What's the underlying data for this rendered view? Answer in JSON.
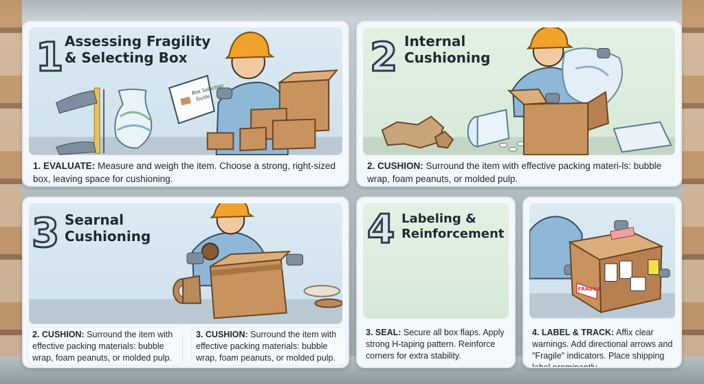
{
  "panels": {
    "p1": {
      "number": "1",
      "title_line1": "Assessing Fragility",
      "title_line2": "& Selecting Box",
      "book_title": "Box Selection Guide",
      "caption_bold": "1. EVALUATE:",
      "caption_text": " Measure and weigh the item. Choose a strong, right-sized box, leaving space for cushioning."
    },
    "p2": {
      "number": "2",
      "title_line1": "Internal",
      "title_line2": "Cushioning",
      "caption_bold": "2. CUSHION:",
      "caption_text": " Surround the item with effective packing materi-ls: bubble wrap, foam peanuts, or molded pulp."
    },
    "p3": {
      "number": "3",
      "title_line1": "Searnal",
      "title_line2": "Cushioning",
      "caption_a_bold": "2. CUSHION:",
      "caption_a_text": " Surround the item with effective packing materials: bubble wrap, foam peanuts, or molded pulp.",
      "caption_b_bold": "3. CUSHION:",
      "caption_b_text": " Surround the item with effective packing materials: bubble wrap, foam peanuts, or molded pulp."
    },
    "p4": {
      "number": "4",
      "title_line1": "Labeling &",
      "title_line2": "Reinforcement",
      "caption_bold": "3. SEAL:",
      "caption_text": " Secure all box flaps. Apply strong H-taping pattern. Reinforce corners for extra stability."
    },
    "p5": {
      "fragile_label": "FRAGILE",
      "caption_bold": "4. LABEL & TRACK:",
      "caption_text": " Affix clear warnings. Add directional arrows and \"Fragile\" indicators. Place shipping label prominently."
    }
  },
  "colors": {
    "box": "#c9935f",
    "box_dark": "#a97444",
    "shirt": "#8fb8d8",
    "helmet": "#f2a12b",
    "glove": "#7d8f9e",
    "text": "#1f2a33"
  }
}
